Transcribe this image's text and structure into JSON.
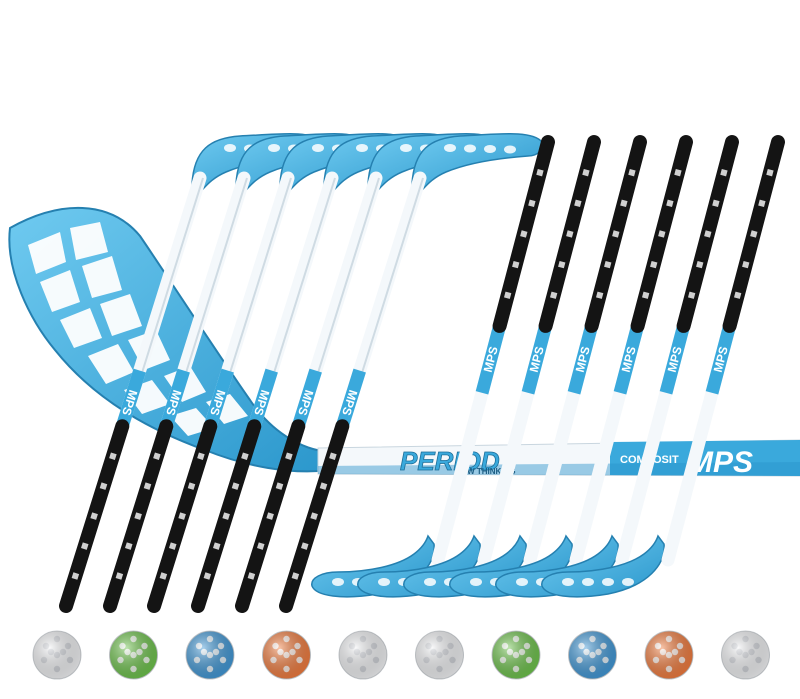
{
  "product": {
    "brand": "MPS",
    "shaft_brand": "MPS",
    "model_text": "PERIOD",
    "slogan": "NEW THINKING",
    "material_text": "COMPOSIT"
  },
  "colors": {
    "blade": "#4db8e8",
    "blade_dark": "#2a93c9",
    "grip": "#141414",
    "shaft_white": "#f4f8fb",
    "shaft_blue": "#3aa9dc"
  },
  "sticks": {
    "left_group_count": 6,
    "right_group_count": 6
  },
  "balls": [
    {
      "color": "#f1f2f4"
    },
    {
      "color": "#6cc24a"
    },
    {
      "color": "#3f97d6"
    },
    {
      "color": "#f07a3c"
    },
    {
      "color": "#f1f2f4"
    },
    {
      "color": "#f1f2f4"
    },
    {
      "color": "#6cc24a"
    },
    {
      "color": "#3f97d6"
    },
    {
      "color": "#f07a3c"
    },
    {
      "color": "#f1f2f4"
    }
  ]
}
